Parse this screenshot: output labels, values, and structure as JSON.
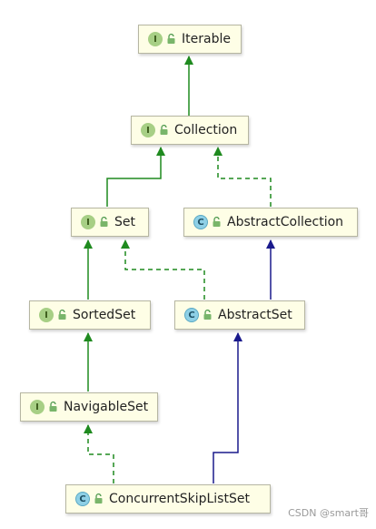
{
  "nodes": {
    "iterable": {
      "name": "Iterable",
      "kind": "I"
    },
    "collection": {
      "name": "Collection",
      "kind": "I"
    },
    "set": {
      "name": "Set",
      "kind": "I"
    },
    "abstract_collection": {
      "name": "AbstractCollection",
      "kind": "C"
    },
    "sorted_set": {
      "name": "SortedSet",
      "kind": "I"
    },
    "abstract_set": {
      "name": "AbstractSet",
      "kind": "C"
    },
    "navigable_set": {
      "name": "NavigableSet",
      "kind": "I"
    },
    "concurrent_skip_list_set": {
      "name": "ConcurrentSkipListSet",
      "kind": "C"
    }
  },
  "colors": {
    "interface_extends": "#1f8a1f",
    "class_extends": "#1a1a8c",
    "node_fill": "#fefee6",
    "interface_badge": "#a7cf85",
    "class_badge": "#8ed0e6"
  },
  "watermark": "CSDN @smart哥"
}
